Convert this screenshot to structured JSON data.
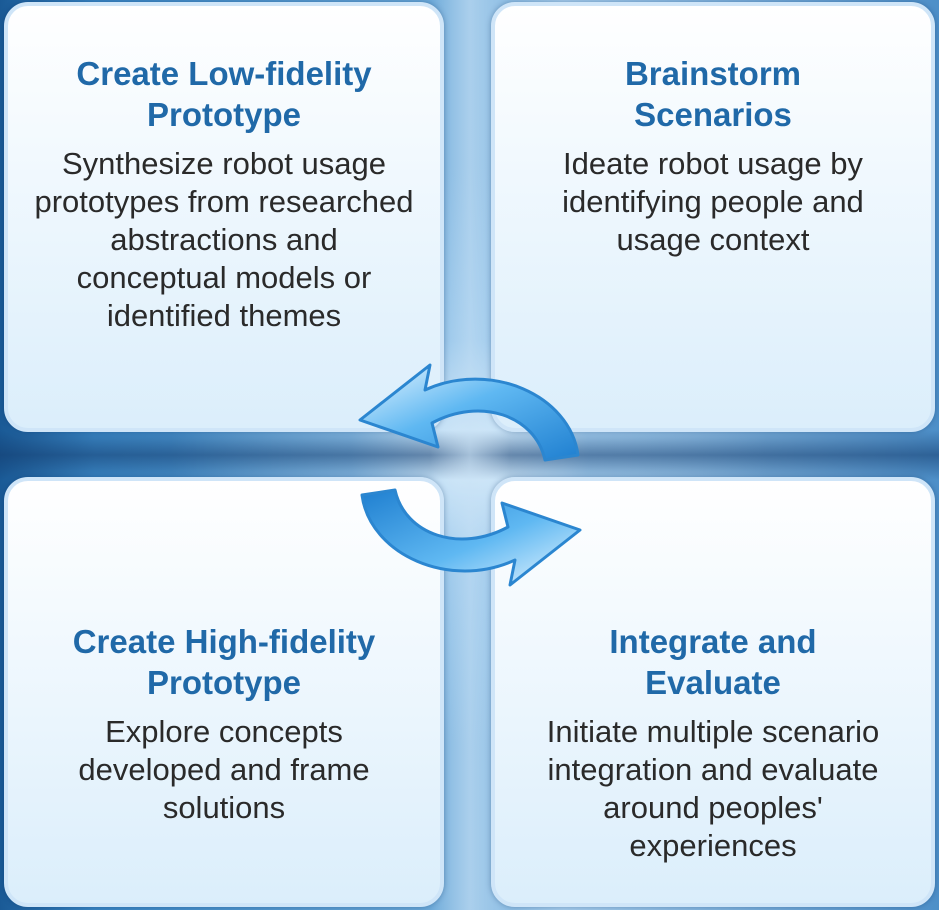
{
  "cards": {
    "top_left": {
      "title": "Create Low-fidelity Prototype",
      "description": "Synthesize robot usage prototypes from researched abstractions and conceptual models or identified themes"
    },
    "top_right": {
      "title": "Brainstorm Scenarios",
      "description": "Ideate robot usage by identifying people and usage context"
    },
    "bottom_left": {
      "title": "Create High-fidelity Prototype",
      "description": "Explore concepts developed and frame solutions"
    },
    "bottom_right": {
      "title": "Integrate and Evaluate",
      "description": "Initiate multiple scenario integration and evaluate around peoples' experiences"
    }
  },
  "cycle_icon": "circular-refresh-arrows-icon",
  "colors": {
    "title": "#2069a8",
    "text": "#2a2a2a",
    "arrow": "#3aa0ea",
    "background": "#2a6fa8"
  }
}
